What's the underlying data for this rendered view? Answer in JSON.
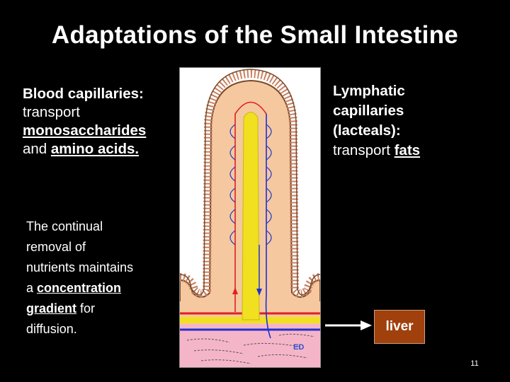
{
  "title": "Adaptations of the Small Intestine",
  "blood": {
    "heading": "Blood capillaries:",
    "line2": "transport",
    "monosaccharides": "monosaccharides",
    "and": "and ",
    "amino": "amino acids."
  },
  "lymph": {
    "line1": "Lymphatic",
    "line2": "capillaries",
    "line3": "(lacteals):",
    "transport": "transport ",
    "fats": "fats"
  },
  "note": {
    "line1": "The continual",
    "line2": "removal of",
    "line3": "nutrients maintains",
    "a": "a ",
    "concentration": "concentration",
    "gradient": "gradient",
    "for": " for",
    "diffusion": "diffusion."
  },
  "liver_label": "liver",
  "page_number": "11",
  "colors": {
    "blood_vessel": "#e02020",
    "lacteal": "#f0e020",
    "vein": "#2030d0",
    "villus_tissue": "#f5c8a0",
    "submucosa": "#f5b5c8"
  }
}
